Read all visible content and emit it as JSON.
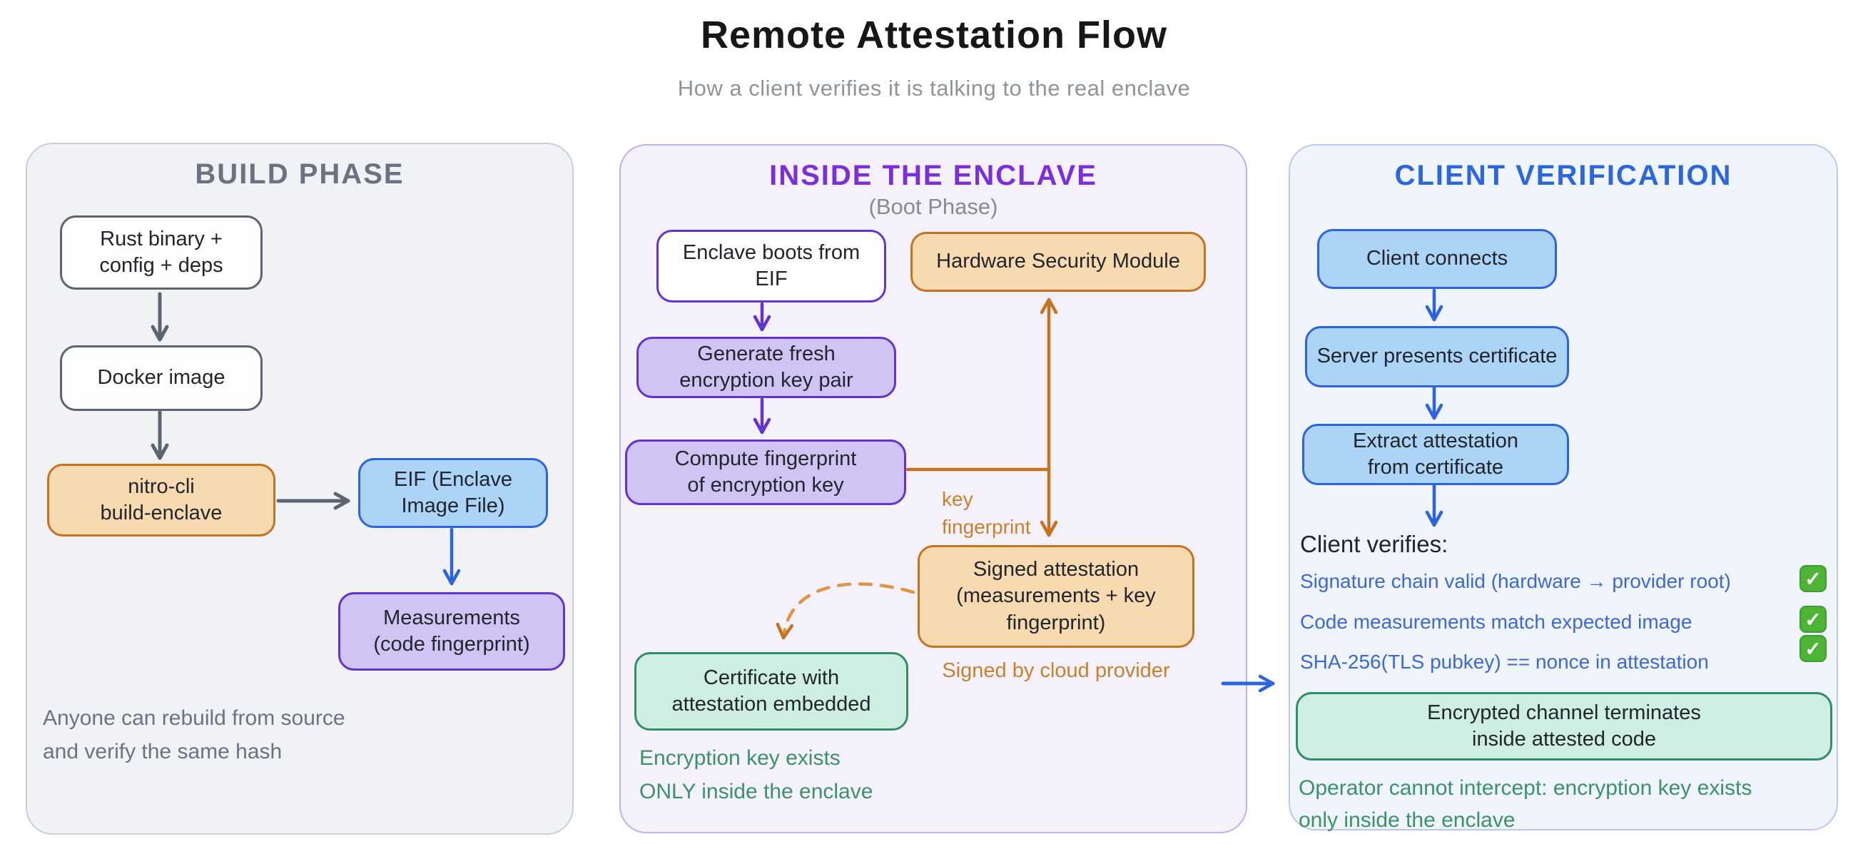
{
  "title": "Remote Attestation Flow",
  "subtitle": "How a client verifies it is talking to the real enclave",
  "palette": {
    "orange_stroke": "#c4731f",
    "orange_fill": "#f8dab1",
    "purple_stroke": "#6433cf",
    "purple_fill": "#cfc4f3",
    "blue_stroke": "#2d64dd",
    "blue_fill": "#abd4f7",
    "green_stroke": "#2e8f68",
    "green_fill": "#cdeee0",
    "gray_stroke": "#5b6470",
    "note_green": "#3b9269",
    "note_gray": "#6b7380",
    "annotation_orange": "#c8802a",
    "check_green": "#4db436",
    "header_build": "#6b7280",
    "header_enclave": "#7a2fd8",
    "header_client": "#2b66dd",
    "list_blue": "#3c68d8"
  },
  "icons": {
    "check": "✓"
  },
  "build": {
    "header": "BUILD PHASE",
    "nodes": {
      "rust": "Rust binary +\nconfig + deps",
      "docker": "Docker image",
      "nitro": "nitro-cli\nbuild-enclave",
      "eif": "EIF (Enclave\nImage File)",
      "measurements": "Measurements\n(code fingerprint)"
    },
    "note": "Anyone can rebuild from source\nand verify the same hash"
  },
  "enclave": {
    "header": "INSIDE THE ENCLAVE",
    "subheader": "(Boot Phase)",
    "nodes": {
      "boots": "Enclave boots from\nEIF",
      "hsm": "Hardware Security Module",
      "generate": "Generate fresh\nencryption key pair",
      "compute": "Compute fingerprint\nof encryption key",
      "signed": "Signed attestation\n(measurements + key\nfingerprint)",
      "certificate": "Certificate with\nattestation embedded"
    },
    "labels": {
      "key_fingerprint": "key\nfingerprint",
      "signed_by": "Signed by cloud provider"
    },
    "note": "Encryption key exists\nONLY inside the enclave"
  },
  "client": {
    "header": "CLIENT VERIFICATION",
    "nodes": {
      "connects": "Client connects",
      "server": "Server presents certificate",
      "extract": "Extract attestation\nfrom certificate"
    },
    "verifies_title": "Client verifies:",
    "checks": [
      {
        "label": "Signature chain valid (hardware → provider root)",
        "status": "checked"
      },
      {
        "label": "Code measurements match expected image",
        "status": "checked"
      },
      {
        "label": "SHA-256(TLS pubkey) == nonce in attestation",
        "status": "checked"
      }
    ],
    "channel_box": "Encrypted channel terminates\ninside attested code",
    "note": "Operator cannot intercept: encryption key exists\nonly inside the enclave"
  }
}
